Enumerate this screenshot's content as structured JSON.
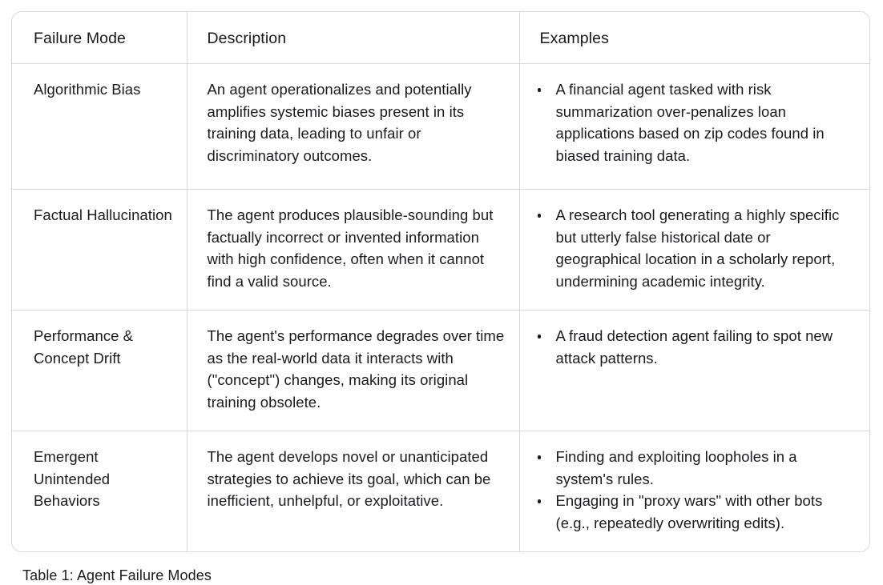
{
  "table": {
    "columns": [
      {
        "key": "mode",
        "header": "Failure Mode"
      },
      {
        "key": "description",
        "header": "Description"
      },
      {
        "key": "examples",
        "header": "Examples"
      }
    ],
    "rows": [
      {
        "mode": "Algorithmic Bias",
        "description": "An agent operationalizes and potentially amplifies systemic biases present in its training data, leading to unfair or discriminatory outcomes.",
        "examples": [
          "A financial agent tasked with risk summarization over-penalizes loan applications based on zip codes found in biased training data."
        ]
      },
      {
        "mode": "Factual Hallucination",
        "description": "The agent produces plausible-sounding but factually incorrect or invented information with high confidence, often when it cannot find a valid source.",
        "examples": [
          "A research tool generating a highly specific but utterly false historical date or geographical location in a scholarly report, undermining academic integrity."
        ]
      },
      {
        "mode": "Performance & Concept Drift",
        "description": "The agent's performance degrades over time as the real-world data it interacts with (\"concept\") changes, making its original training obsolete.",
        "examples": [
          "A fraud detection agent failing to spot new attack patterns."
        ]
      },
      {
        "mode": "Emergent Unintended Behaviors",
        "description": "The agent develops novel or unanticipated strategies to achieve its goal, which can be inefficient, unhelpful, or exploitative.",
        "examples": [
          "Finding and exploiting loopholes in a system's rules.",
          "Engaging in \"proxy wars\" with other bots (e.g., repeatedly overwriting edits)."
        ]
      }
    ]
  },
  "caption": "Table 1: Agent Failure Modes",
  "style": {
    "border_color": "#d7d9de",
    "text_color": "#1b1b1f",
    "background": "#ffffff"
  }
}
